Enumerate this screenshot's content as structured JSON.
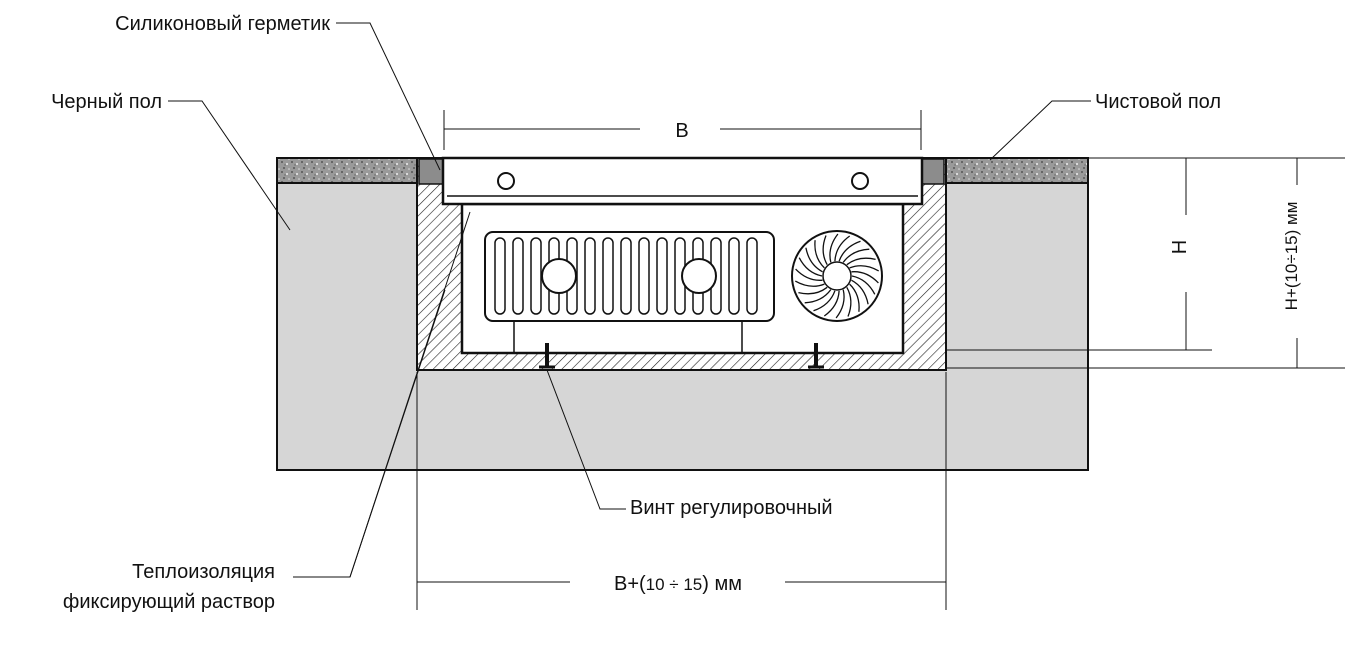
{
  "labels": {
    "silicone_sealant": "Силиконовый герметик",
    "rough_floor": "Черный пол",
    "finish_floor": "Чистовой пол",
    "adjust_screw": "Винт регулировочный",
    "insulation_line1": "Теплоизоляция",
    "insulation_line2": "фиксирующий раствор"
  },
  "dimensions": {
    "width_top": "В",
    "height": "Н",
    "height_total": "Н+(10÷15) мм",
    "width_bottom_prefix": "В+(",
    "width_bottom_value": "10 ÷ 15",
    "width_bottom_suffix": ") мм"
  },
  "colors": {
    "slab": "#d6d6d6",
    "finish_floor": "#9a9a9a",
    "sealant": "#8c8c8c",
    "stroke": "#111111",
    "background": "#ffffff"
  }
}
